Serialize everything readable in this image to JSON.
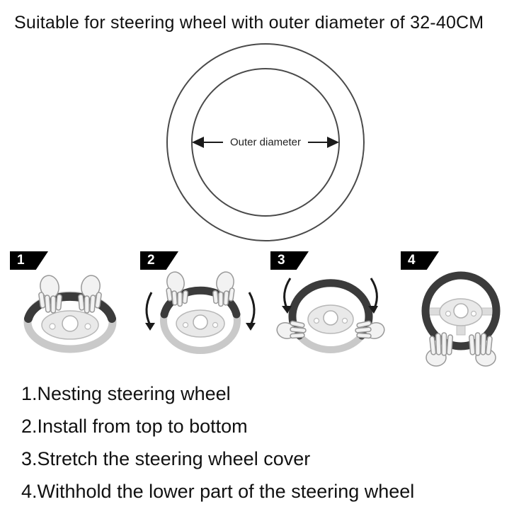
{
  "title": "Suitable for steering wheel with outer diameter of 32-40CM",
  "diagram": {
    "label": "Outer diameter"
  },
  "steps": [
    "1",
    "2",
    "3",
    "4"
  ],
  "instructions": [
    "1.Nesting steering wheel",
    "2.Install from top to bottom",
    "3.Stretch the steering wheel cover",
    "4.Withhold the lower part of the steering wheel"
  ]
}
